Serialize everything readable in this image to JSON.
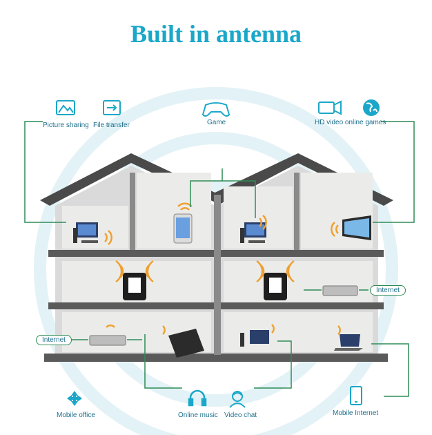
{
  "title": "Built in antenna",
  "features_top": {
    "picture_sharing": "Picture sharing",
    "file_transfer": "File transfer",
    "game": "Game",
    "hd_video": "HD video online games"
  },
  "features_bottom": {
    "mobile_office": "Mobile office",
    "online_music": "Online music",
    "video_chat": "Video chat",
    "mobile_internet": "Mobile Internet"
  },
  "internet_labels": [
    "Internet",
    "Internet"
  ],
  "colors": {
    "accent": "#1aa7c9",
    "line": "#2e8b57",
    "roof": "#4a4a4a",
    "wall": "#cfd0cf",
    "wave": "#f0a030"
  }
}
